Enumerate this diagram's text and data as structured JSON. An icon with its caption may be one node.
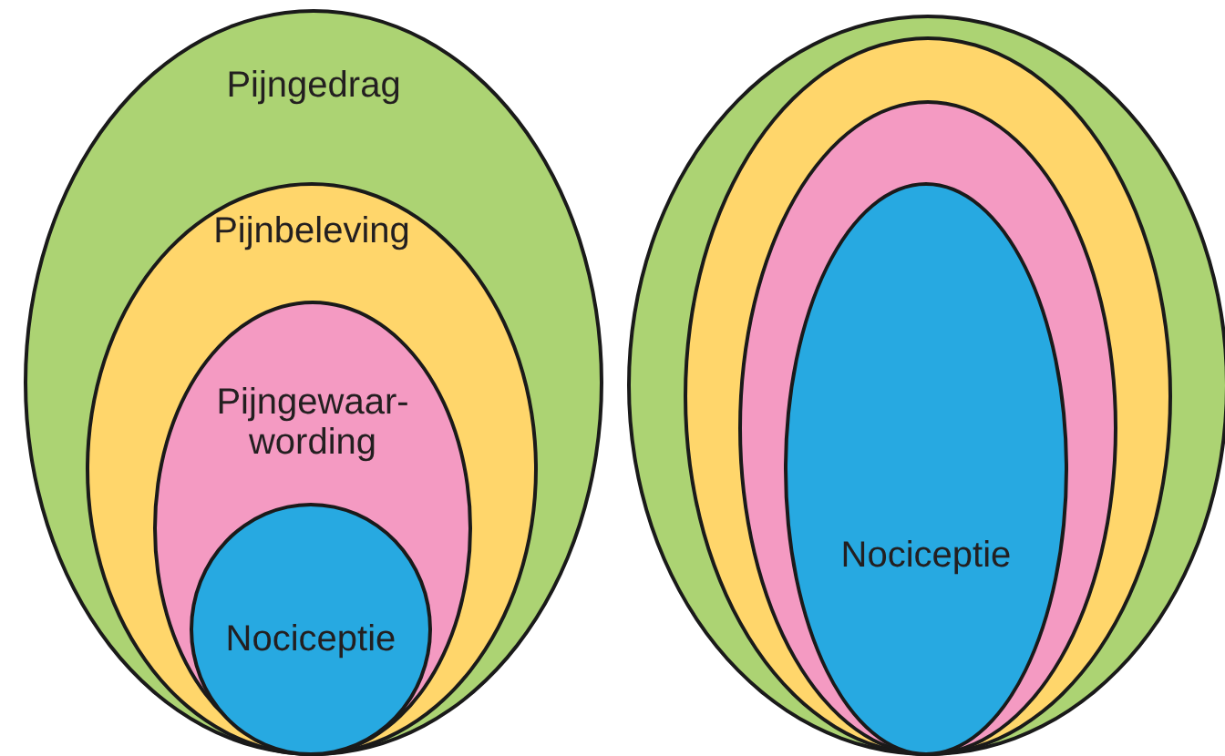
{
  "diagram": {
    "nodes": [
      {
        "text": [
          "Pijngedrag"
        ]
      },
      {
        "text": [
          "Pijnbeleving"
        ],
        "in": 0
      },
      {
        "text": [
          "Pijngewaar- wording"
        ],
        "in": 1
      },
      {
        "text": [
          "Nociceptie"
        ],
        "in": 2
      },
      {
        "text": [],
        "shape": "ellipse"
      },
      {
        "text": [],
        "shape": "ellipse",
        "in": 4
      },
      {
        "text": [],
        "shape": "ellipse",
        "in": 5
      },
      {
        "text": [
          "Nociceptie"
        ],
        "in": 6
      }
    ]
  }
}
